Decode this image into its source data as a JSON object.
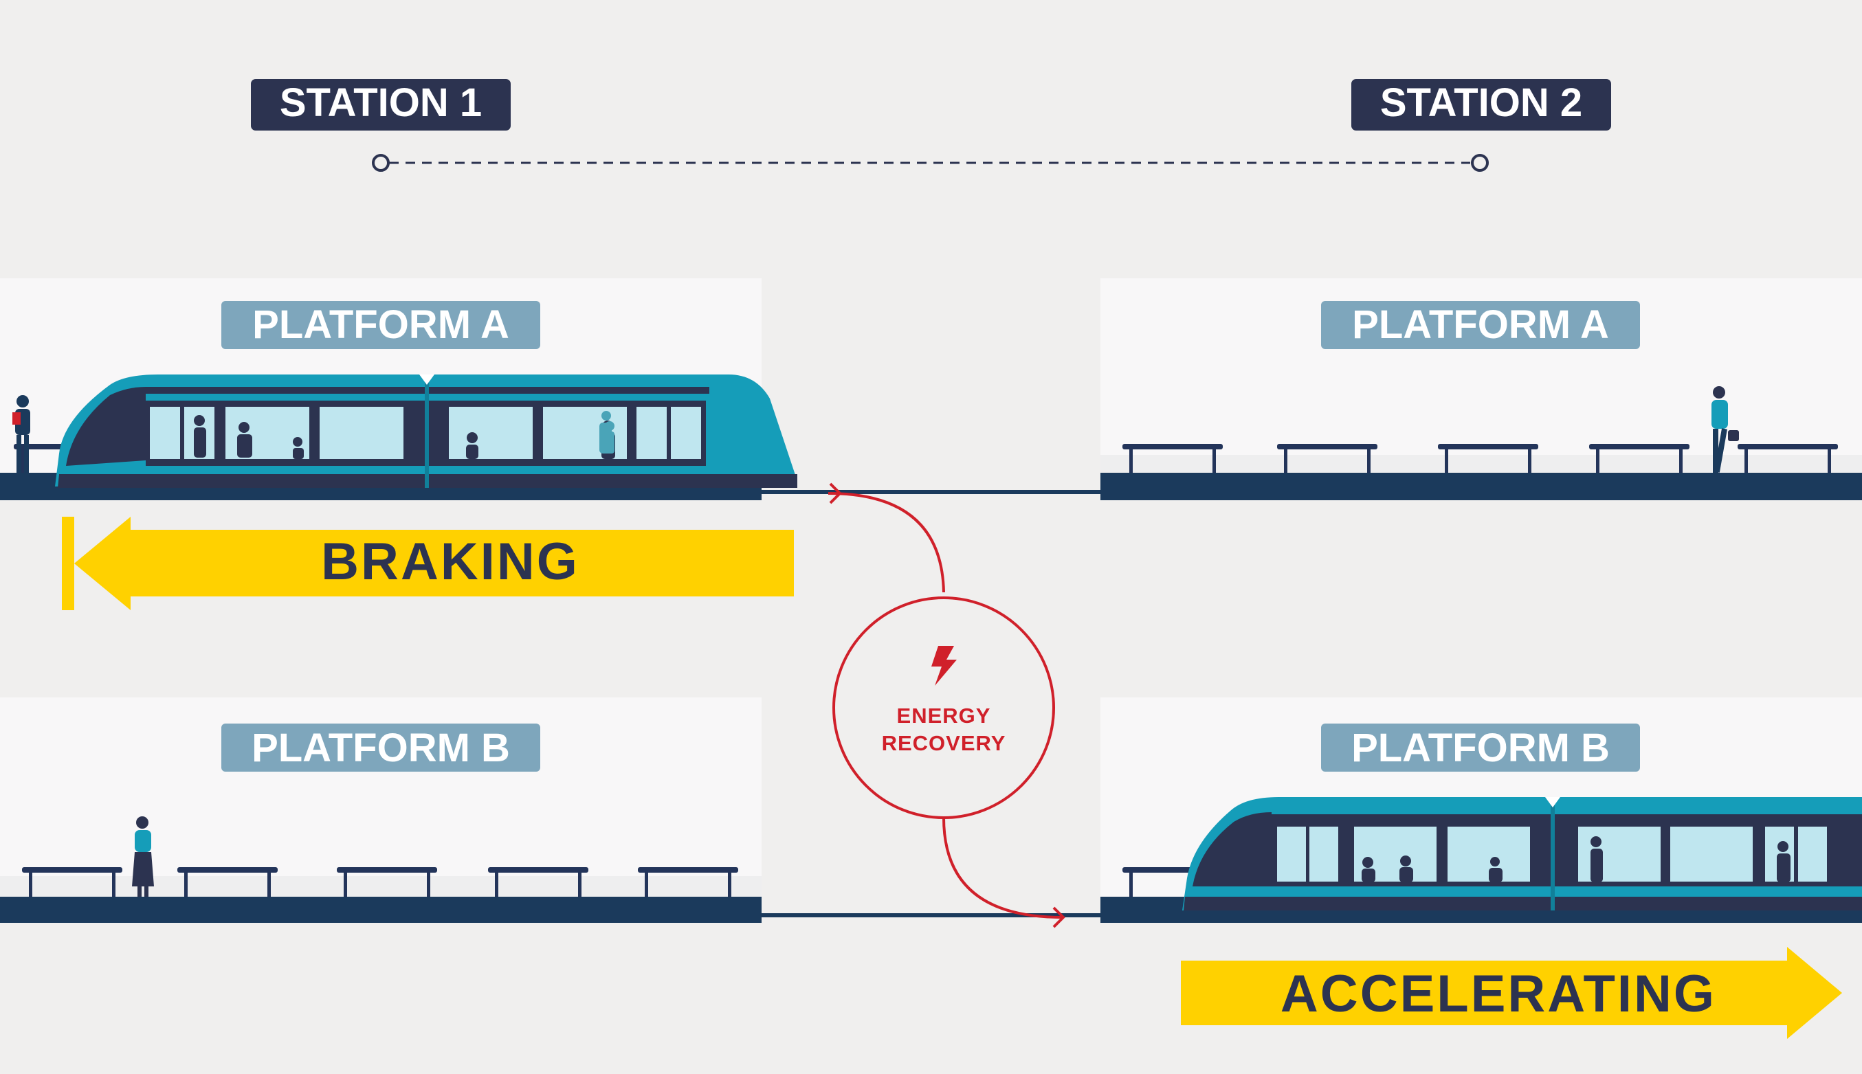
{
  "stations": {
    "station1": "STATION 1",
    "station2": "STATION 2"
  },
  "platforms": {
    "top_left": "PLATFORM A",
    "top_right": "PLATFORM A",
    "bottom_left": "PLATFORM B",
    "bottom_right": "PLATFORM B"
  },
  "arrows": {
    "braking": "BRAKING",
    "accelerating": "ACCELERATING"
  },
  "energy": {
    "line1": "ENERGY",
    "line2": "RECOVERY"
  },
  "colors": {
    "background": "#f0efee",
    "platform_wall": "#f8f7f8",
    "navy": "#1b3a5c",
    "label_dark": "#2c3350",
    "platform_label": "#7ea6bc",
    "train_body": "#159db9",
    "arrow_yellow": "#ffd100",
    "energy_red": "#d0202a"
  }
}
